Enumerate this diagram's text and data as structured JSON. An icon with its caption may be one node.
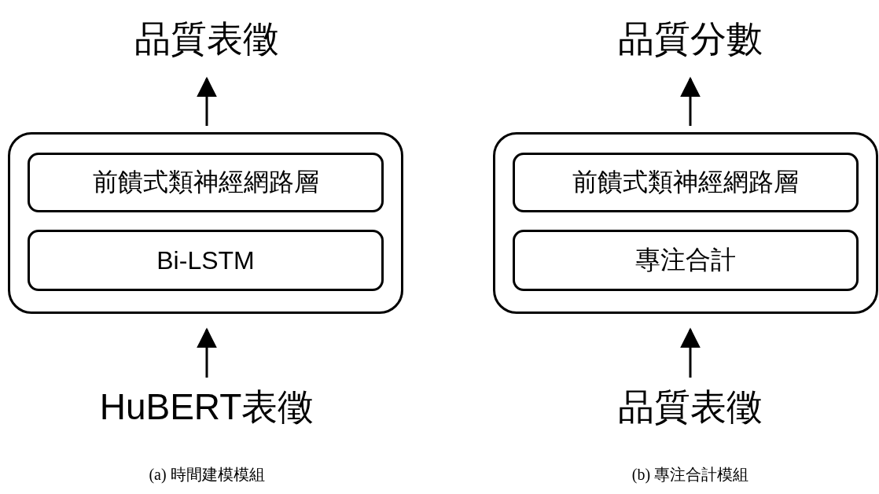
{
  "diagram": {
    "nodes": [
      {
        "text": [],
        "shape": "box"
      },
      {
        "text": [
          "前饋式類神經網路層"
        ],
        "in": 0
      },
      {
        "text": [
          "Bi-LSTM"
        ],
        "in": 0
      },
      {
        "text": [
          "品質表徵"
        ]
      },
      {
        "text": [
          "HuBERT表徵"
        ]
      },
      {
        "text": [],
        "shape": "box"
      },
      {
        "text": [
          "前饋式類神經網路層"
        ],
        "in": 5
      },
      {
        "text": [
          "專注合計"
        ],
        "in": 5
      },
      {
        "text": [
          "品質分數"
        ]
      },
      {
        "text": [
          "品質表徵"
        ]
      }
    ],
    "edges": [
      {
        "from": 4,
        "to": 0,
        "arrow": "to"
      },
      {
        "from": 0,
        "to": 3,
        "arrow": "to"
      },
      {
        "from": 9,
        "to": 5,
        "arrow": "to"
      },
      {
        "from": 5,
        "to": 8,
        "arrow": "to"
      }
    ],
    "labels": [
      "(a) 時間建模模組",
      "(b) 專注合計模組"
    ]
  }
}
